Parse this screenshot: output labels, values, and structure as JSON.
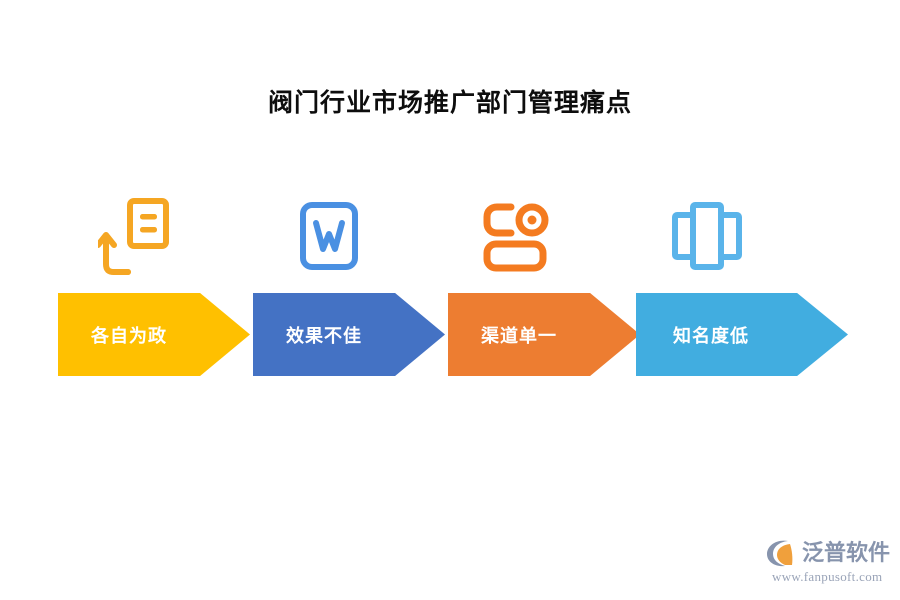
{
  "page": {
    "title": "阀门行业市场推广部门管理痛点",
    "background": "#ffffff"
  },
  "flow": {
    "stages": [
      {
        "label": "各自为政",
        "color": "#FFC000",
        "icon": "document-upload-arrow-icon"
      },
      {
        "label": "效果不佳",
        "color": "#4472C4",
        "icon": "word-document-icon"
      },
      {
        "label": "渠道单一",
        "color": "#ED7D31",
        "icon": "broadcast-channel-icon"
      },
      {
        "label": "知名度低",
        "color": "#41ADE0",
        "icon": "carousel-cards-icon"
      }
    ]
  },
  "logo": {
    "name": "泛普软件",
    "url": "www.fanpusoft.com",
    "mark_colors": {
      "arc": "#8794ad",
      "wedge": "#f0a03c"
    }
  }
}
